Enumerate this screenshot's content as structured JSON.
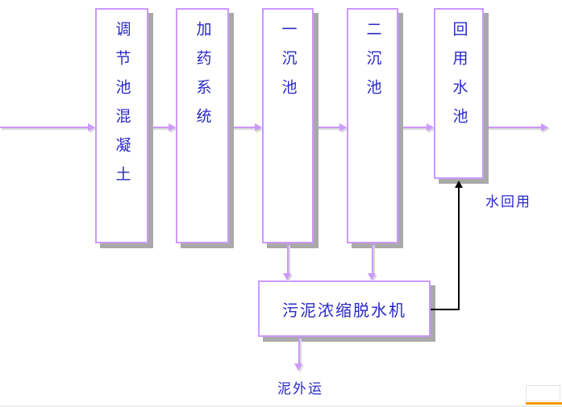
{
  "diagram": {
    "type": "process-flow",
    "nodes": [
      {
        "id": "regulating-tank",
        "label": "调节池混凝土"
      },
      {
        "id": "dosing-system",
        "label": "加药系统"
      },
      {
        "id": "primary-sedimentation-tank",
        "label": "一沉池"
      },
      {
        "id": "secondary-sedimentation-tank",
        "label": "二沉池"
      },
      {
        "id": "reuse-water-tank",
        "label": "回用水池"
      },
      {
        "id": "sludge-thickening-dewatering-machine",
        "label": "污泥浓缩脱水机"
      }
    ],
    "annotations": [
      {
        "id": "water-reuse",
        "label": "水回用"
      },
      {
        "id": "sludge-outbound",
        "label": "泥外运"
      }
    ],
    "edges": [
      {
        "from": "inlet",
        "to": "regulating-tank"
      },
      {
        "from": "regulating-tank",
        "to": "dosing-system"
      },
      {
        "from": "dosing-system",
        "to": "primary-sedimentation-tank"
      },
      {
        "from": "primary-sedimentation-tank",
        "to": "secondary-sedimentation-tank"
      },
      {
        "from": "secondary-sedimentation-tank",
        "to": "reuse-water-tank"
      },
      {
        "from": "reuse-water-tank",
        "to": "outlet"
      },
      {
        "from": "primary-sedimentation-tank",
        "to": "sludge-thickening-dewatering-machine"
      },
      {
        "from": "secondary-sedimentation-tank",
        "to": "sludge-thickening-dewatering-machine"
      },
      {
        "from": "sludge-thickening-dewatering-machine",
        "to": "reuse-water-tank"
      },
      {
        "from": "sludge-thickening-dewatering-machine",
        "to": "sludge-outbound"
      }
    ]
  },
  "colors": {
    "box_border": "#cc99ff",
    "box_fill": "#ffffff",
    "text_blue": "#2929c8",
    "arrow": "#cc99ff",
    "shadow": "#a9a9a9",
    "black_arrow": "#000000",
    "corner_accent": "#ff9900"
  }
}
